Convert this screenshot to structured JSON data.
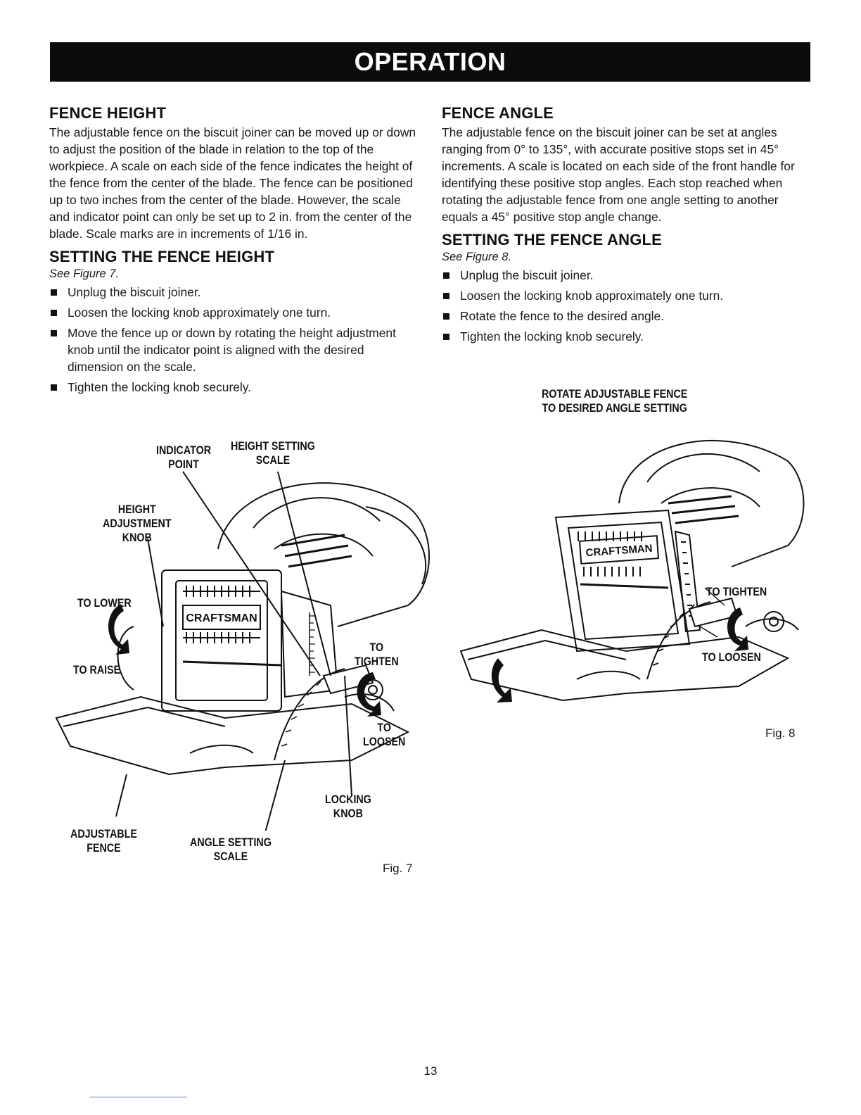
{
  "banner": "OPERATION",
  "left": {
    "fence_height": {
      "title": "FENCE HEIGHT",
      "body": "The adjustable fence on the biscuit joiner can be moved up or down to adjust the position of the blade in relation to the top of the workpiece. A scale on each side of the fence indicates the height of the fence from the center of the blade. The fence can be positioned up to two inches from the center of the blade. However, the scale and indicator point can only be set up to 2 in. from the center of the blade. Scale marks are in increments of 1/16 in."
    },
    "setting_height": {
      "title": "SETTING THE FENCE HEIGHT",
      "see": "See Figure 7.",
      "steps": [
        "Unplug the biscuit joiner.",
        "Loosen the locking knob approximately one turn.",
        "Move the fence up or down by rotating the height adjustment knob until the indicator point is aligned with the desired dimension on the scale.",
        "Tighten the locking knob securely."
      ]
    }
  },
  "right": {
    "fence_angle": {
      "title": "FENCE ANGLE",
      "body": "The adjustable fence on the biscuit joiner can be set at angles ranging from 0° to 135°, with accurate positive stops set in 45° increments. A scale is located on each side of the front handle for identifying these positive stop angles. Each stop reached when rotating the adjustable fence from one angle setting to another equals a 45° positive stop angle change."
    },
    "setting_angle": {
      "title": "SETTING THE FENCE ANGLE",
      "see": "See Figure 8.",
      "steps": [
        "Unplug the biscuit joiner.",
        "Loosen the locking knob approximately one turn.",
        "Rotate the fence to the desired angle.",
        "Tighten the locking knob securely."
      ]
    }
  },
  "fig7": {
    "caption": "Fig. 7",
    "brand": "CRAFTSMAN",
    "labels": {
      "indicator": "INDICATOR\nPOINT",
      "height_scale": "HEIGHT SETTING\nSCALE",
      "height_knob": "HEIGHT\nADJUSTMENT\nKNOB",
      "to_lower": "TO LOWER",
      "to_raise": "TO RAISE",
      "to_tighten": "TO\nTIGHTEN",
      "to_loosen": "TO\nLOOSEN",
      "locking_knob": "LOCKING\nKNOB",
      "adjustable_fence": "ADJUSTABLE\nFENCE",
      "angle_scale": "ANGLE SETTING\nSCALE"
    }
  },
  "fig8": {
    "caption": "Fig. 8",
    "brand": "CRAFTSMAN",
    "labels": {
      "rotate": "ROTATE ADJUSTABLE FENCE\nTO DESIRED ANGLE SETTING",
      "to_tighten": "TO TIGHTEN",
      "to_loosen": "TO LOOSEN"
    }
  },
  "page_number": "13"
}
